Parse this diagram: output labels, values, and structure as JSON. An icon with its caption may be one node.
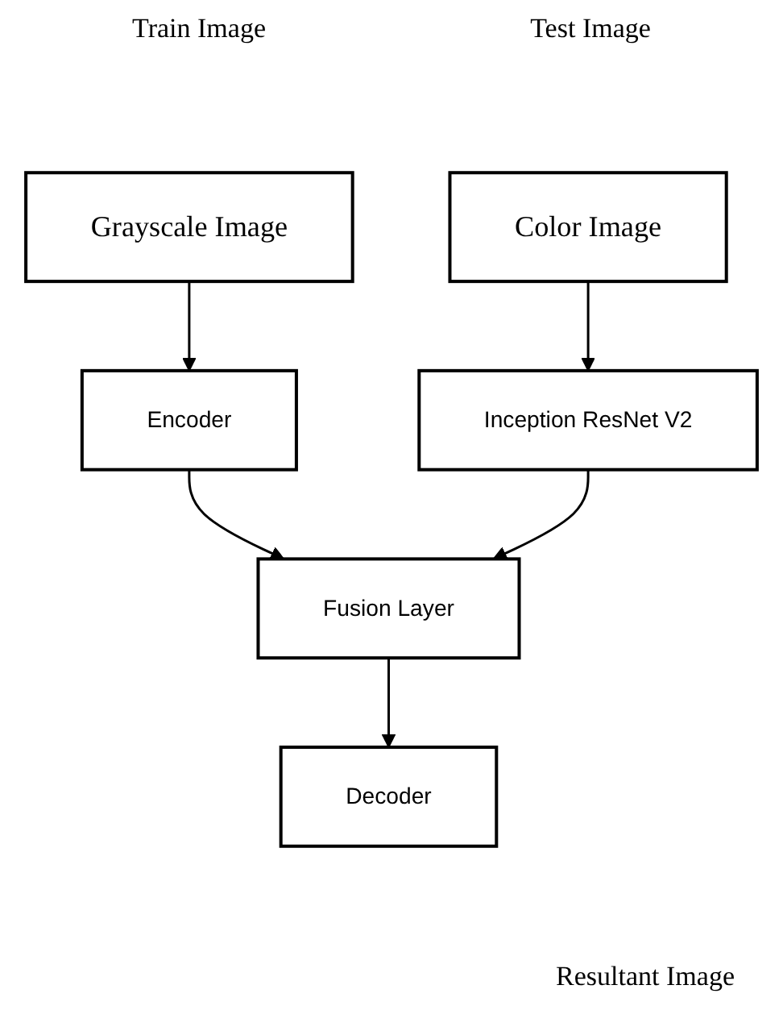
{
  "diagram": {
    "nodes": [
      {
        "text": [
          "Color Image"
        ]
      },
      {
        "text": [
          "Grayscale Image"
        ]
      },
      {
        "text": [
          "Inception ResNet V2"
        ]
      },
      {
        "text": [
          "Encoder"
        ]
      },
      {
        "text": [
          "Fusion Layer"
        ]
      },
      {
        "text": [
          "Decoder"
        ]
      }
    ],
    "edges": [
      {
        "from": 0,
        "to": 2,
        "arrow": "to"
      },
      {
        "from": 1,
        "to": 3,
        "arrow": "to"
      },
      {
        "from": 3,
        "to": 4,
        "arrow": "to"
      },
      {
        "from": 2,
        "to": 4,
        "arrow": "to"
      },
      {
        "from": 4,
        "to": 5,
        "arrow": "to"
      }
    ],
    "labels": [
      "Train Image",
      "Test Image",
      "Resultant Image"
    ]
  }
}
